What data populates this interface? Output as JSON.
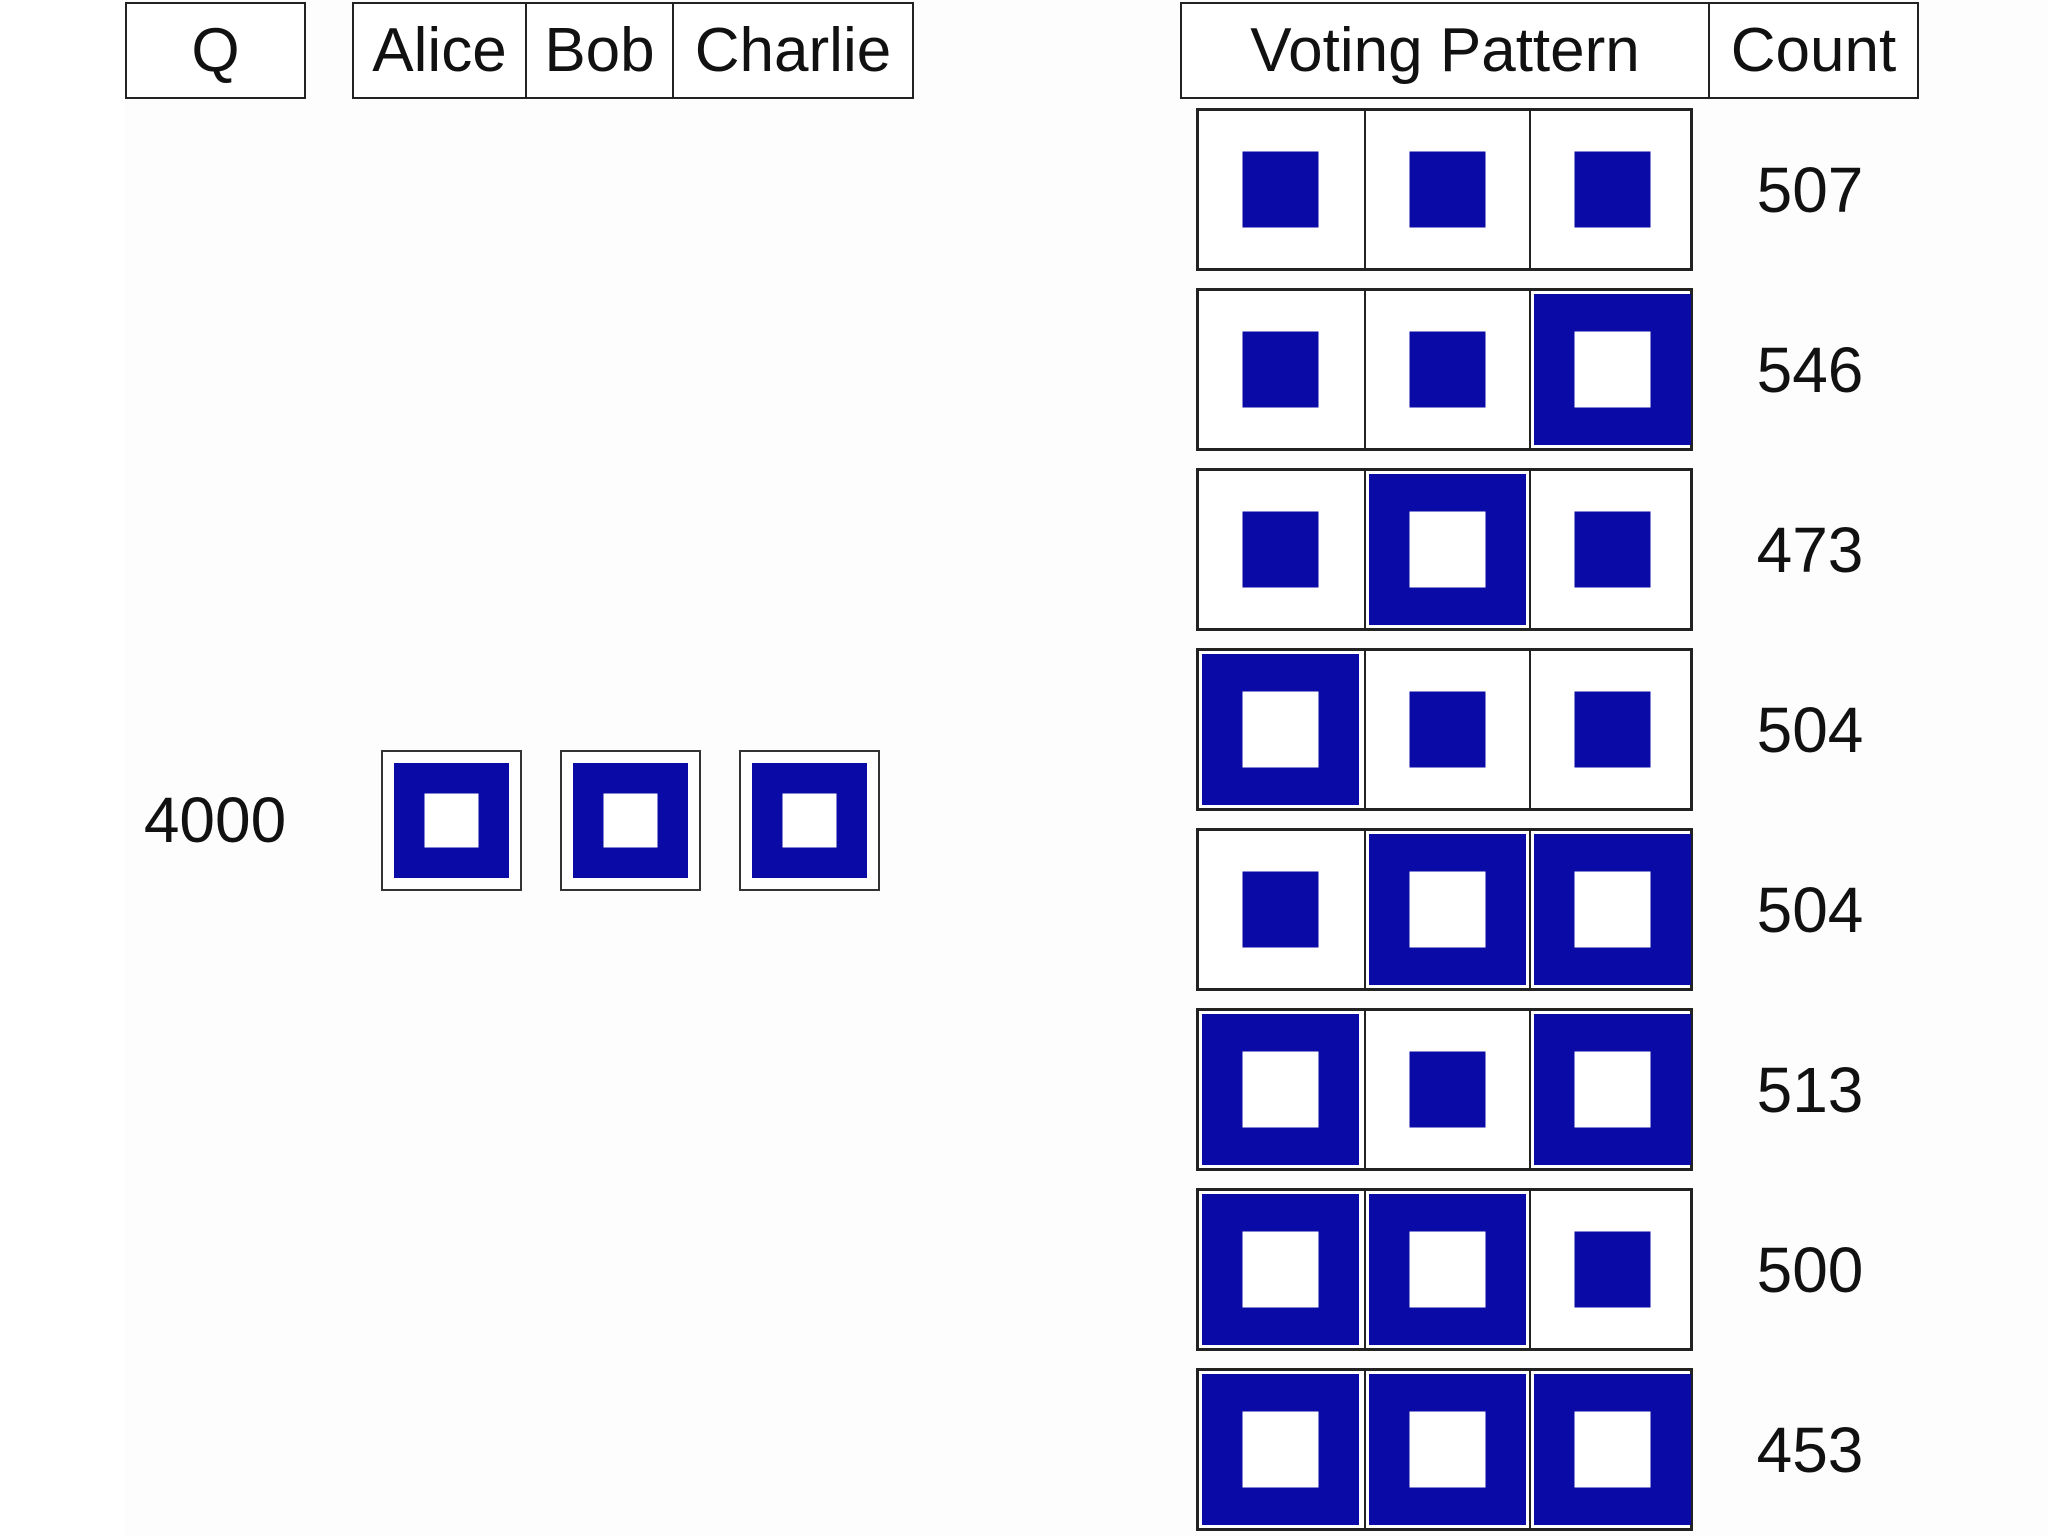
{
  "header": {
    "q_label": "Q",
    "voters": [
      "Alice",
      "Bob",
      "Charlie"
    ],
    "pattern_label": "Voting Pattern",
    "count_label": "Count"
  },
  "question": {
    "value": "4000",
    "states": [
      "no",
      "no",
      "no"
    ]
  },
  "legend_note": {
    "yes_glyph": "small filled square",
    "no_glyph": "thick hollow square"
  },
  "patterns": [
    {
      "votes": [
        "yes",
        "yes",
        "yes"
      ],
      "count": "507"
    },
    {
      "votes": [
        "yes",
        "yes",
        "no"
      ],
      "count": "546"
    },
    {
      "votes": [
        "yes",
        "no",
        "yes"
      ],
      "count": "473"
    },
    {
      "votes": [
        "no",
        "yes",
        "yes"
      ],
      "count": "504"
    },
    {
      "votes": [
        "yes",
        "no",
        "no"
      ],
      "count": "504"
    },
    {
      "votes": [
        "no",
        "yes",
        "no"
      ],
      "count": "513"
    },
    {
      "votes": [
        "no",
        "no",
        "yes"
      ],
      "count": "500"
    },
    {
      "votes": [
        "no",
        "no",
        "no"
      ],
      "count": "453"
    }
  ],
  "colors": {
    "mark": "#0a0aa6",
    "border": "#222222",
    "background": "#ffffff"
  }
}
